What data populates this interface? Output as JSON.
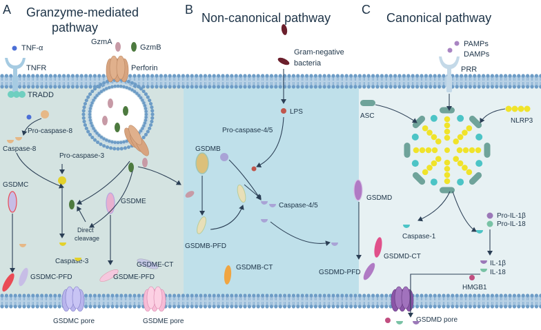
{
  "panels": {
    "a": {
      "letter": "A",
      "title_line1": "Granzyme-mediated",
      "title_line2": "pathway"
    },
    "b": {
      "letter": "B",
      "title": "Non-canonical pathway"
    },
    "c": {
      "letter": "C",
      "title": "Canonical pathway"
    }
  },
  "labels": {
    "tnf_alpha": "TNF-α",
    "tnfr": "TNFR",
    "tradd": "TRADD",
    "gzma": "GzmA",
    "gzmb": "GzmB",
    "perforin": "Perforin",
    "pro_caspase_8": "Pro-caspase-8",
    "caspase_8": "Caspase-8",
    "pro_caspase_3": "Pro-caspase-3",
    "gsdmc": "GSDMC",
    "gsdme": "GSDME",
    "direct_cleavage_1": "Direct",
    "direct_cleavage_2": "cleavage",
    "caspase_3": "Caspase-3",
    "gsdme_ct": "GSDME-CT",
    "gsdmc_pfd": "GSDMC-PFD",
    "gsdme_pfd": "GSDME-PFD",
    "gsdmc_pore": "GSDMC pore",
    "gsdme_pore": "GSDME pore",
    "gram_negative_1": "Gram-negative",
    "gram_negative_2": "bacteria",
    "lps": "LPS",
    "pro_caspase_4_5": "Pro-caspase-4/5",
    "gsdmb": "GSDMB",
    "caspase_4_5": "Caspase-4/5",
    "gsdmb_pfd": "GSDMB-PFD",
    "gsdmb_ct": "GSDMB-CT",
    "pamps": "PAMPs",
    "damps": "DAMPs",
    "prr": "PRR",
    "asc": "ASC",
    "nlrp3": "NLRP3",
    "gsdmd": "GSDMD",
    "pro_il_1b": "Pro-IL-1β",
    "pro_il_18": "Pro-IL-18",
    "caspase_1": "Caspase-1",
    "gsdmd_ct": "GSDMD-CT",
    "gsdmd_pfd": "GSDMD-PFD",
    "il_1b": "IL-1β",
    "il_18": "IL-18",
    "hmgb1": "HMGB1",
    "gsdmd_pore": "GSDMD pore"
  },
  "colors": {
    "bg_a": "#d4e3e1",
    "bg_b": "#bfe0ea",
    "bg_c": "#e7f1f3",
    "membrane": "#6d9cc6",
    "membrane_band": "#b9d2e6",
    "text": "#1d3347",
    "arrow": "#2b3f55",
    "gzma": "#c79aa6",
    "gzmb": "#4d7a3f",
    "perforin": "#d8a47f",
    "caspase_8": "#e6b887",
    "caspase_3": "#e3d12b",
    "gsdmc": "#ea4b55",
    "gsdme": "#e8b0cf",
    "gsdmb": "#dcc07a",
    "caspase_4_5": "#a9a3d6",
    "lps": "#c0564c",
    "bacteria": "#6b1f2c",
    "gsdmd": "#b07ac4",
    "gsdmd_ct": "#e0508a",
    "asc": "#6fa39a",
    "nlrp3": "#f0e32a",
    "caspase_1": "#4cc4c6",
    "il_1b": "#9b78b8",
    "il_18": "#79c2a5",
    "hmgb1": "#c14e80",
    "tnfr": "#a6cbe2",
    "prr": "#c4d9e8"
  }
}
